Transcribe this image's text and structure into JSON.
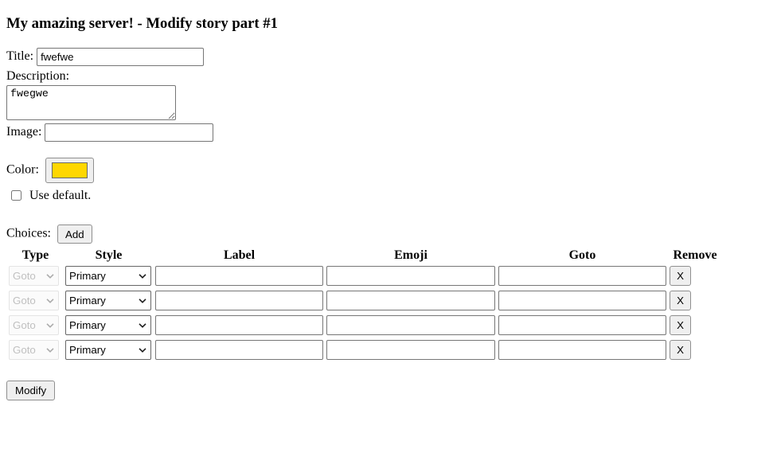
{
  "header": {
    "title": "My amazing server! - Modify story part #1"
  },
  "form": {
    "title_label": "Title:",
    "title_value": "fwefwe",
    "description_label": "Description:",
    "description_value": "fwegwe",
    "image_label": "Image:",
    "image_value": "",
    "color_label": "Color:",
    "color_value": "#FFD700",
    "use_default_label": "Use default.",
    "use_default_checked": false,
    "choices_label": "Choices:",
    "add_button_label": "Add"
  },
  "table": {
    "headers": [
      "Type",
      "Style",
      "Label",
      "Emoji",
      "Goto",
      "Remove"
    ],
    "rows": [
      {
        "type": "Goto",
        "style": "Primary",
        "label": "",
        "emoji": "",
        "goto": "",
        "remove": "X"
      },
      {
        "type": "Goto",
        "style": "Primary",
        "label": "",
        "emoji": "",
        "goto": "",
        "remove": "X"
      },
      {
        "type": "Goto",
        "style": "Primary",
        "label": "",
        "emoji": "",
        "goto": "",
        "remove": "X"
      },
      {
        "type": "Goto",
        "style": "Primary",
        "label": "",
        "emoji": "",
        "goto": "",
        "remove": "X"
      }
    ]
  },
  "footer": {
    "modify_button_label": "Modify"
  }
}
